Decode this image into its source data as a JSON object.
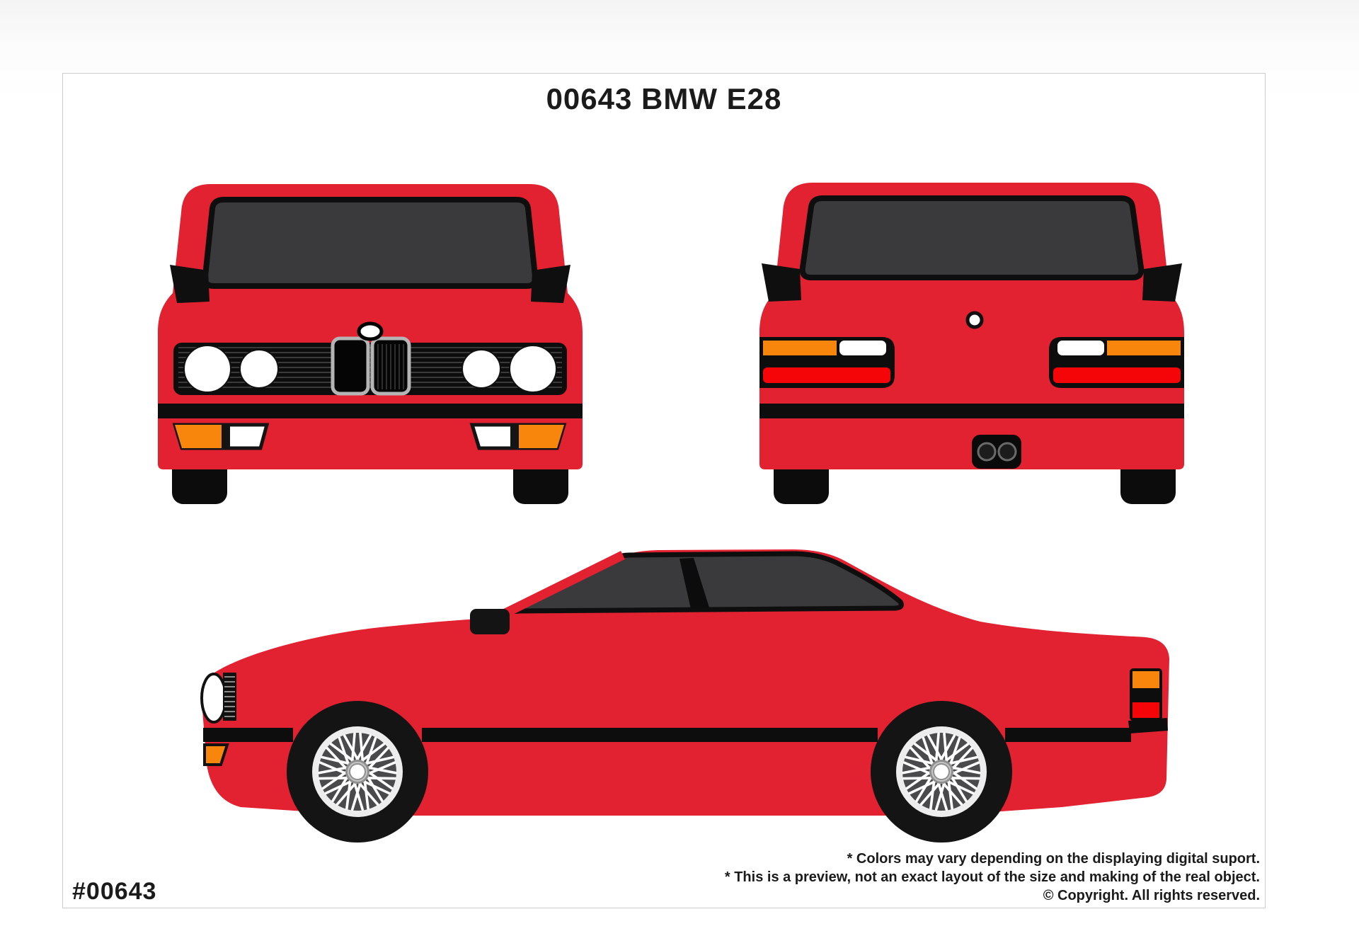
{
  "page": {
    "title": "00643 BMW E28",
    "sku": "#00643",
    "disclaimer_line1": "* Colors may vary depending on the displaying digital suport.",
    "disclaimer_line2": "* This is a preview, not an exact layout of the size and making of the real object.",
    "disclaimer_line3": "© Copyright. All rights reserved."
  },
  "colors": {
    "body-red": "#e22131",
    "light-red": "#f50507",
    "signal-orange": "#f8860d",
    "glass-gray": "#3a3a3c",
    "outline-black": "#0e0e0e",
    "grille-silver": "#b5b5b5",
    "rim-silver": "#ededed",
    "wheel-face": "#4a4a4c",
    "hub-gray": "#8f8f8f",
    "frame-border": "#cccccc",
    "ink": "#1b1b1b",
    "headlight-white": "#ffffff"
  }
}
